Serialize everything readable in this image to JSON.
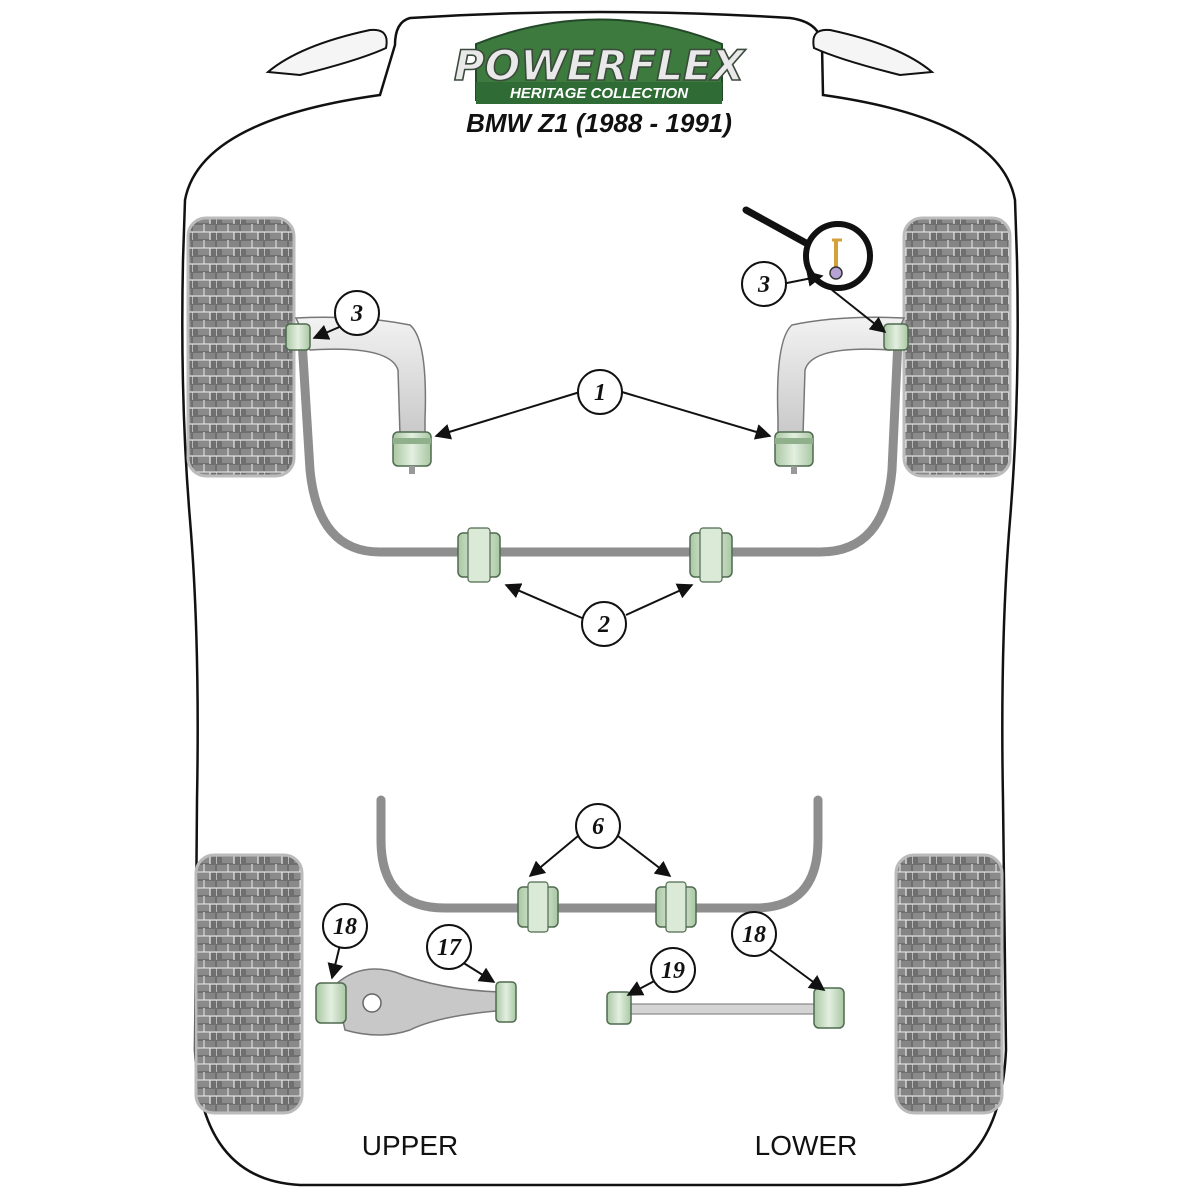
{
  "brand": {
    "logo_text": "POWERFLEX",
    "logo_subtext": "HERITAGE COLLECTION",
    "model_title": "BMW Z1 (1988 - 1991)"
  },
  "labels": {
    "upper": "UPPER",
    "lower": "LOWER"
  },
  "callouts": [
    {
      "id": "front-arm-bush",
      "number": "1"
    },
    {
      "id": "front-antiroll-bar-bush",
      "number": "2"
    },
    {
      "id": "drop-link-left",
      "number": "3"
    },
    {
      "id": "drop-link-right",
      "number": "3"
    },
    {
      "id": "rear-antiroll-bar-bush",
      "number": "6"
    },
    {
      "id": "upper-arm-outer-bush",
      "number": "18"
    },
    {
      "id": "upper-arm-inner-bush",
      "number": "17"
    },
    {
      "id": "lower-link-inner-bush",
      "number": "19"
    },
    {
      "id": "lower-link-outer-bush",
      "number": "18"
    }
  ],
  "colors": {
    "bush_green": "#c5dbc0",
    "bush_dark": "#4f6a4f",
    "bar_grey": "#9a9a9a",
    "tyre_grey": "#7d7d7d",
    "logo_green": "#3d7a3d",
    "body_line": "#111111"
  }
}
